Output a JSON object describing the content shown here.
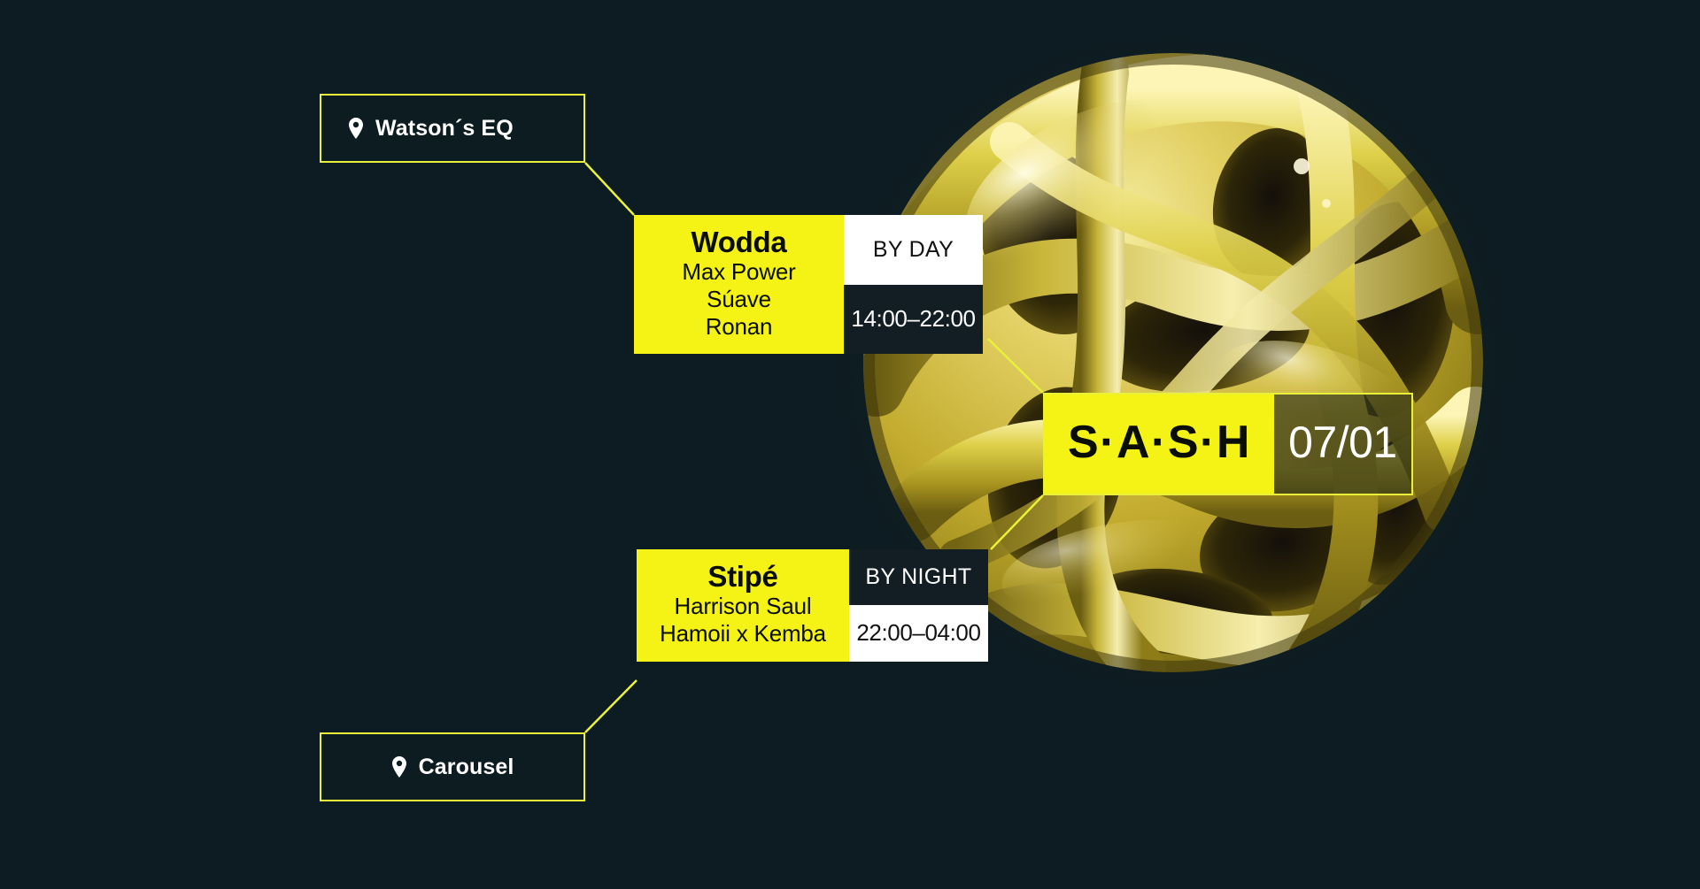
{
  "theme": {
    "background": "#0d1c22",
    "accent_yellow": "#f5f315",
    "outline_yellow": "#e9f13a",
    "dark_panel": "#121e24",
    "light_panel": "#ffffff",
    "text_light": "#ffffff",
    "text_dark": "#0b0e07"
  },
  "brand": {
    "name": "S·A·S·H",
    "date": "07/01"
  },
  "venues": {
    "top": {
      "icon": "location-pin-icon",
      "label": "Watson´s EQ"
    },
    "bottom": {
      "icon": "location-pin-icon",
      "label": "Carousel"
    }
  },
  "lineups": [
    {
      "id": "day",
      "headliner": "Wodda",
      "support": [
        "Max Power",
        "Súave",
        "Ronan"
      ],
      "period": "BY DAY",
      "time": "14:00–22:00",
      "venue": "Watson´s EQ"
    },
    {
      "id": "night",
      "headliner": "Stipé",
      "support": [
        "Harrison Saul",
        "Hamoii x Kemba"
      ],
      "period": "BY NIGHT",
      "time": "22:00–04:00",
      "venue": "Carousel"
    }
  ],
  "artwork": {
    "name": "gold-knot-sculpture",
    "description": "abstract glossy golden knotted sphere"
  }
}
